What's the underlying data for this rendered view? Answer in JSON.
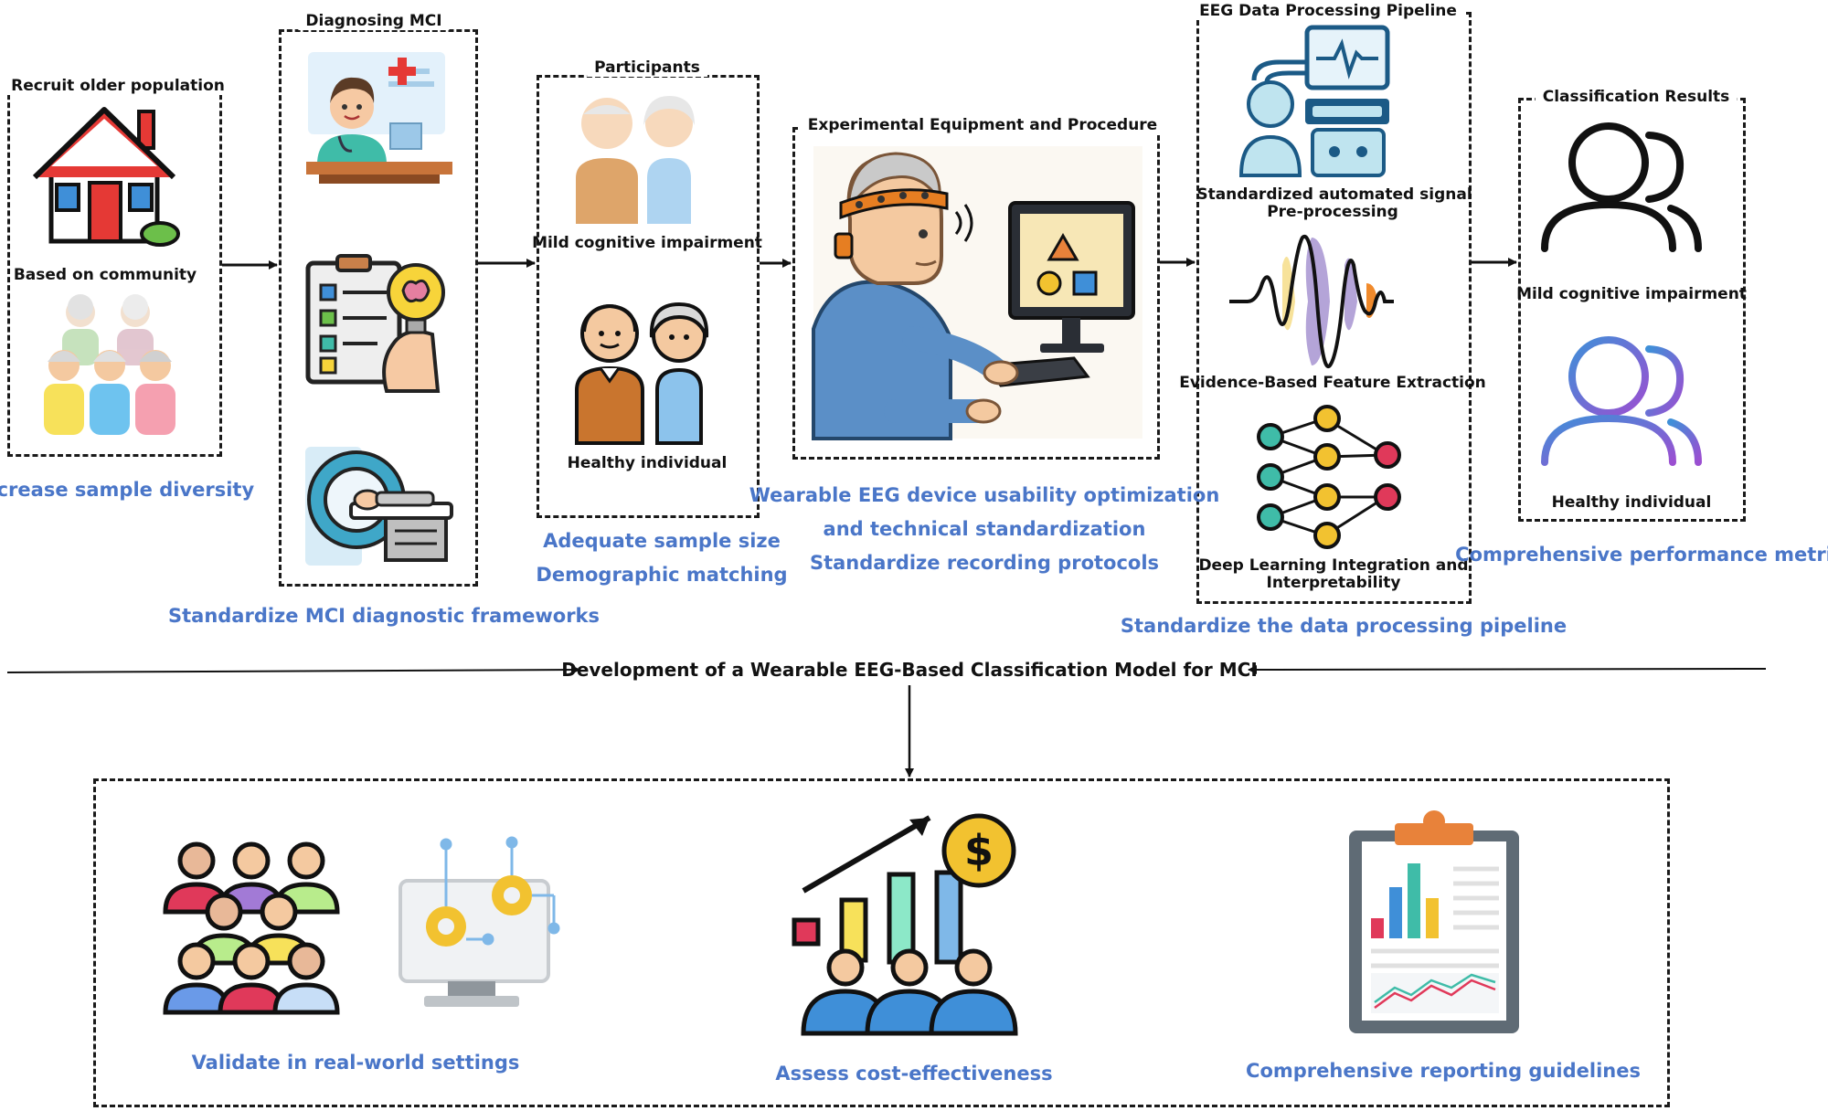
{
  "stages": {
    "recruit": {
      "title": "Recruit older population",
      "community_label": "Based on community",
      "caption": "Increase sample diversity"
    },
    "diagnosing": {
      "title": "Diagnosing MCI",
      "caption": "Standardize MCI diagnostic frameworks"
    },
    "participants": {
      "title": "Participants",
      "mci_label": "Mild cognitive impairment",
      "healthy_label": "Healthy individual",
      "caption_line1": "Adequate sample size",
      "caption_line2": "Demographic matching"
    },
    "equipment": {
      "title": "Experimental Equipment and Procedure",
      "caption_line1": "Wearable EEG device usability optimization",
      "caption_line2": "and technical standardization",
      "caption_line3": "Standardize recording protocols"
    },
    "pipeline": {
      "title": "EEG Data Processing Pipeline",
      "preproc_line1": "Standardized automated signal",
      "preproc_line2": "Pre-processing",
      "feature_label": "Evidence-Based Feature Extraction",
      "dl_line1": "Deep Learning Integration and",
      "dl_line2": "Interpretability",
      "caption": "Standardize the data processing pipeline"
    },
    "results": {
      "title": "Classification Results",
      "mci_label": "Mild cognitive impairment",
      "healthy_label": "Healthy individual",
      "caption": "Comprehensive performance metrics"
    }
  },
  "main_title": "Development of a Wearable EEG-Based Classification Model for MCI",
  "future": {
    "validate": "Validate in real-world settings",
    "cost": "Assess cost-effectiveness",
    "reporting": "Comprehensive reporting guidelines"
  },
  "colors": {
    "accent_blue": "#4a76c8",
    "border": "#1a1a1a",
    "roof_red": "#e53935",
    "headband_orange": "#e67e22"
  }
}
